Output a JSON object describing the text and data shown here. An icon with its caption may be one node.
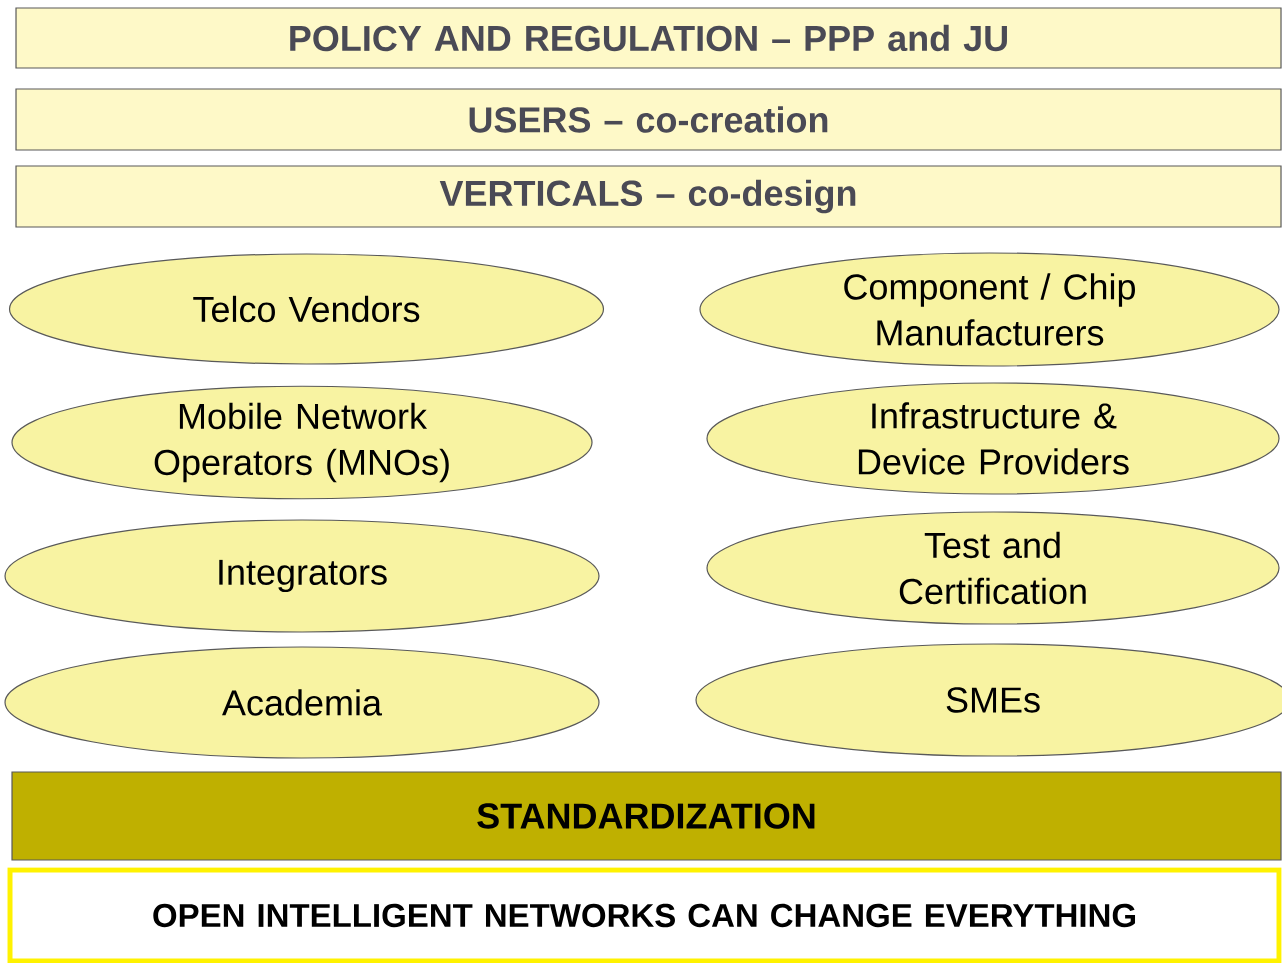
{
  "diagram": {
    "nodes": [
      {
        "text": [
          "POLICY AND REGULATION – PPP and JU"
        ]
      },
      {
        "text": [
          "USERS – co-creation"
        ]
      },
      {
        "text": [
          "VERTICALS – co-design"
        ]
      },
      {
        "text": [
          "Telco Vendors"
        ]
      },
      {
        "text": [
          "Component / Chip Manufacturers"
        ]
      },
      {
        "text": [
          "Mobile Network Operators (MNOs)"
        ]
      },
      {
        "text": [
          "Infrastructure & Device Providers"
        ]
      },
      {
        "text": [
          "Integrators"
        ]
      },
      {
        "text": [
          "Test and Certification"
        ]
      },
      {
        "text": [
          "Academia"
        ]
      },
      {
        "text": [
          "SMEs"
        ]
      },
      {
        "text": [
          "STANDARDIZATION"
        ]
      },
      {
        "text": [
          "OPEN INTELLIGENT NETWORKS CAN CHANGE EVERYTHING"
        ]
      }
    ]
  }
}
